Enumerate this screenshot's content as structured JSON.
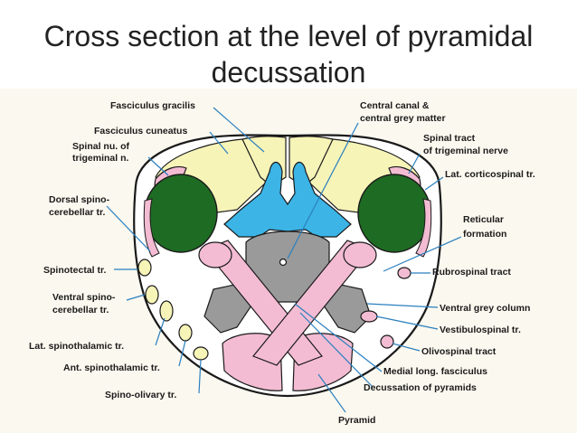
{
  "title": {
    "line1": "Cross section at the level of pyramidal",
    "line2": "decussation"
  },
  "colors": {
    "posterior_columns": "#f7f4b8",
    "lateral_corticospinal": "#1e6b23",
    "grey_matter_dorsal": "#3cb4e6",
    "central_grey": "#9a9a9a",
    "pyramidal_tracts": "#f3bcd3",
    "outline": "#1a1a1a"
  },
  "labels": {
    "fasciculus_gracilis": "Fasciculus gracilis",
    "fasciculus_cuneatus": "Fasciculus cuneatus",
    "spinal_nu_trigeminal_1": "Spinal nu. of",
    "spinal_nu_trigeminal_2": "trigeminal n.",
    "dorsal_spinocerebellar_1": "Dorsal spino-",
    "dorsal_spinocerebellar_2": "cerebellar tr.",
    "spinotectal": "Spinotectal tr.",
    "ventral_spinocerebellar_1": "Ventral spino-",
    "ventral_spinocerebellar_2": "cerebellar tr.",
    "lat_spinothalamic": "Lat. spinothalamic tr.",
    "ant_spinothalamic": "Ant. spinothalamic tr.",
    "spino_olivary": "Spino-olivary tr.",
    "central_canal_1": "Central canal &",
    "central_canal_2": "central grey matter",
    "spinal_tract_trigeminal_1": "Spinal tract",
    "spinal_tract_trigeminal_2": "of trigeminal nerve",
    "lat_corticospinal": "Lat. corticospinal tr.",
    "reticular_1": "Reticular",
    "reticular_2": "formation",
    "rubrospinal": "Rubrospinal tract",
    "ventral_grey_column": "Ventral grey column",
    "vestibulospinal": "Vestibulospinal tr.",
    "olivospinal": "Olivospinal tract",
    "medial_long_fasciculus": "Medial long. fasciculus",
    "decussation_pyramids": "Decussation of pyramids",
    "pyramid": "Pyramid"
  }
}
